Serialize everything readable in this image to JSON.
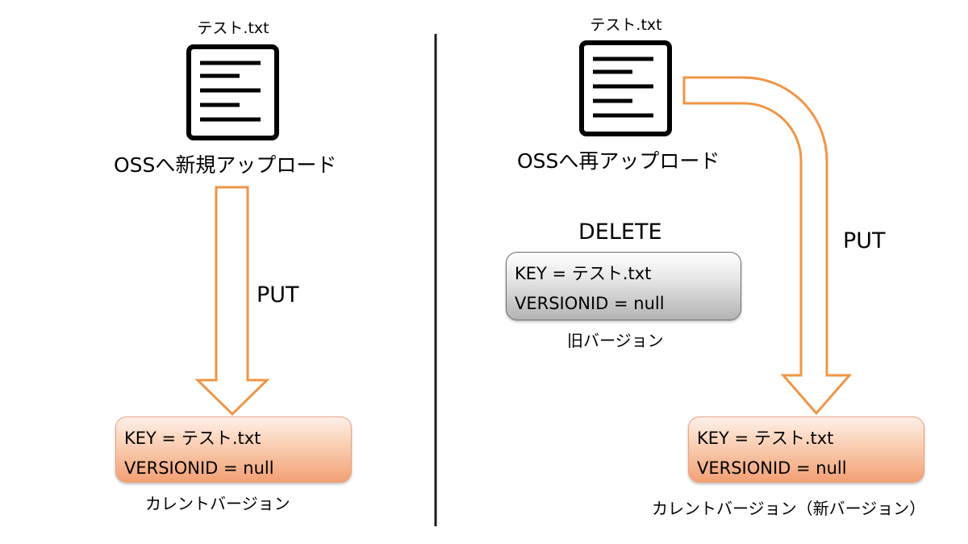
{
  "left": {
    "file_name": "テスト.txt",
    "caption": "OSSへ新規アップロード",
    "method": "PUT",
    "object": {
      "key_line": "KEY = テスト.txt",
      "version_line": "VERSIONID = null"
    },
    "object_label": "カレントバージョン"
  },
  "right": {
    "file_name": "テスト.txt",
    "caption": "OSSへ再アップロード",
    "delete_label": "DELETE",
    "old_object": {
      "key_line": "KEY = テスト.txt",
      "version_line": "VERSIONID = null"
    },
    "old_label": "旧バージョン",
    "method": "PUT",
    "object": {
      "key_line": "KEY = テスト.txt",
      "version_line": "VERSIONID = null"
    },
    "object_label": "カレントバージョン（新バージョン）"
  },
  "colors": {
    "arrow_stroke": "#ef9546",
    "current_fill": "#f6b48c",
    "old_fill": "#b8b8b8",
    "divider": "#1a1a1a"
  },
  "icons": [
    "document-icon",
    "down-arrow-icon",
    "bent-arrow-icon"
  ]
}
